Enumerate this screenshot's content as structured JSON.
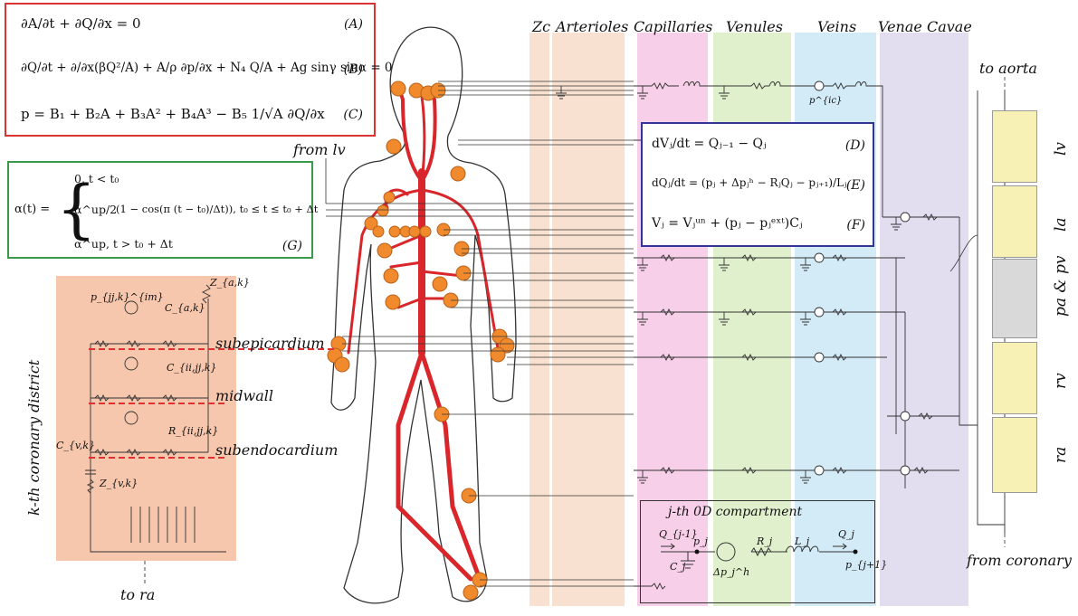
{
  "columns": {
    "zc": "Zc",
    "arterioles": "Arterioles",
    "capillaries": "Capillaries",
    "venules": "Venules",
    "veins": "Veins",
    "venae_cavae": "Venae Cavae"
  },
  "colors": {
    "zc_arterioles_bg": "#f9e1d2",
    "capillaries_bg": "#f8cfe8",
    "venules_bg": "#e1f0cc",
    "veins_bg": "#d3ebf7",
    "venae_cavae_bg": "#e2def0",
    "artery_red": "#d9262b",
    "node_orange": "#f08a2c",
    "eq_box_red": "#d33",
    "eq_box_green": "#3a9a4a",
    "eq_box_blue": "#333399",
    "coronary_bg": "#f6c7ad",
    "heart_yellow": "#f7f1b6",
    "pulmonary_gray": "#d9d9d9"
  },
  "equations_1d": {
    "A": {
      "lhs": "∂A/∂t + ∂Q/∂x = 0",
      "tag": "(A)"
    },
    "B": {
      "lhs": "∂Q/∂t + ∂/∂x(βQ²/A) + A/ρ ∂p/∂x + N₄ Q/A + Ag sinγ sinα = 0",
      "tag": "(B)"
    },
    "C": {
      "lhs": "p = B₁ + B₂A + B₃A² + B₄A³ − B₅ 1/√A ∂Q/∂x",
      "tag": "(C)"
    }
  },
  "equation_g": {
    "lhs": "α(t) =",
    "case1": "0,    t < t₀",
    "case2_coef": "α^up/2",
    "case2_body": "(1 − cos(π (t − t₀)/Δt)),  t₀ ≤ t ≤ t₀ + Δt",
    "case3": "α^up,    t > t₀ + Δt",
    "tag": "(G)"
  },
  "equations_0d": {
    "D": {
      "text": "dVⱼ/dt = Qⱼ₋₁ − Qⱼ",
      "tag": "(D)"
    },
    "E": {
      "text": "dQⱼ/dt = (pⱼ + Δpⱼʰ − RⱼQⱼ − pⱼ₊₁)/Lⱼ",
      "tag": "(E)"
    },
    "F": {
      "text": "Vⱼ = Vⱼᵘⁿ + (pⱼ − pⱼᵉˣᵗ)Cⱼ",
      "tag": "(F)"
    }
  },
  "body_labels": {
    "from_lv": "from lv",
    "to_aorta": "to aorta",
    "from_coronary": "from coronary",
    "to_ra": "to ra"
  },
  "coronary": {
    "title": "k-th coronary district",
    "layers": [
      "subepicardium",
      "midwall",
      "subendocardium"
    ],
    "labels": {
      "p_im": "p_{jj,k}^{im}",
      "c_a": "C_{a,k}",
      "z_a": "Z_{a,k}",
      "c_ii": "C_{ii,jj,k}",
      "r_ii": "R_{ii,jj,k}",
      "c_v": "C_{v,k}",
      "z_v": "Z_{v,k}"
    }
  },
  "heart_chambers": [
    "lv",
    "la",
    "pa & pv",
    "rv",
    "ra"
  ],
  "compartment": {
    "title": "j-th 0D compartment",
    "labels": [
      "Q_{j-1}",
      "p_j",
      "C_j",
      "Δp_j^h",
      "R_j",
      "L_j",
      "Q_j",
      "p_{j+1}"
    ]
  },
  "vein_label": "p^{ic}"
}
